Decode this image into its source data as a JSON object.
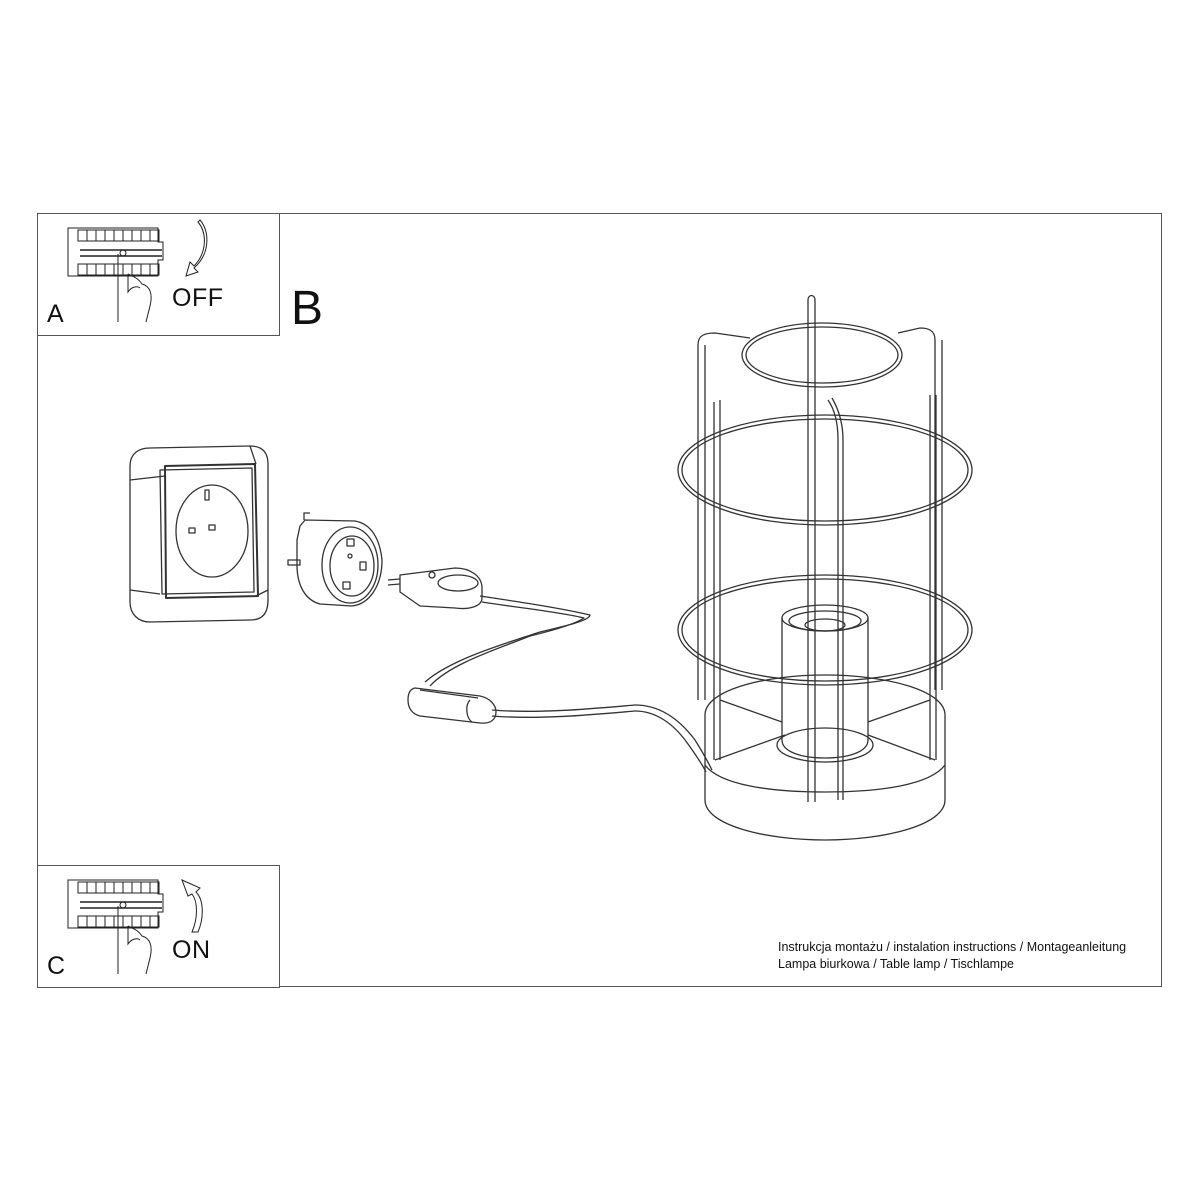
{
  "steps": {
    "a": {
      "letter": "A",
      "action": "OFF",
      "icon": "circuit-breaker-icon",
      "arrow": "arrow-down-icon"
    },
    "b": {
      "letter": "B"
    },
    "c": {
      "letter": "C",
      "action": "ON",
      "icon": "circuit-breaker-icon",
      "arrow": "arrow-up-icon"
    }
  },
  "illustration": {
    "items": [
      "wall-socket",
      "plug-adapter",
      "plug",
      "cord-switch",
      "table-lamp-cage"
    ]
  },
  "caption": {
    "line1": "Instrukcja montażu / instalation instructions / Montageanleitung",
    "line2": "Lampa biurkowa / Table lamp / Tischlampe"
  },
  "colors": {
    "line": "#333333",
    "frame": "#555555",
    "background": "#ffffff"
  }
}
